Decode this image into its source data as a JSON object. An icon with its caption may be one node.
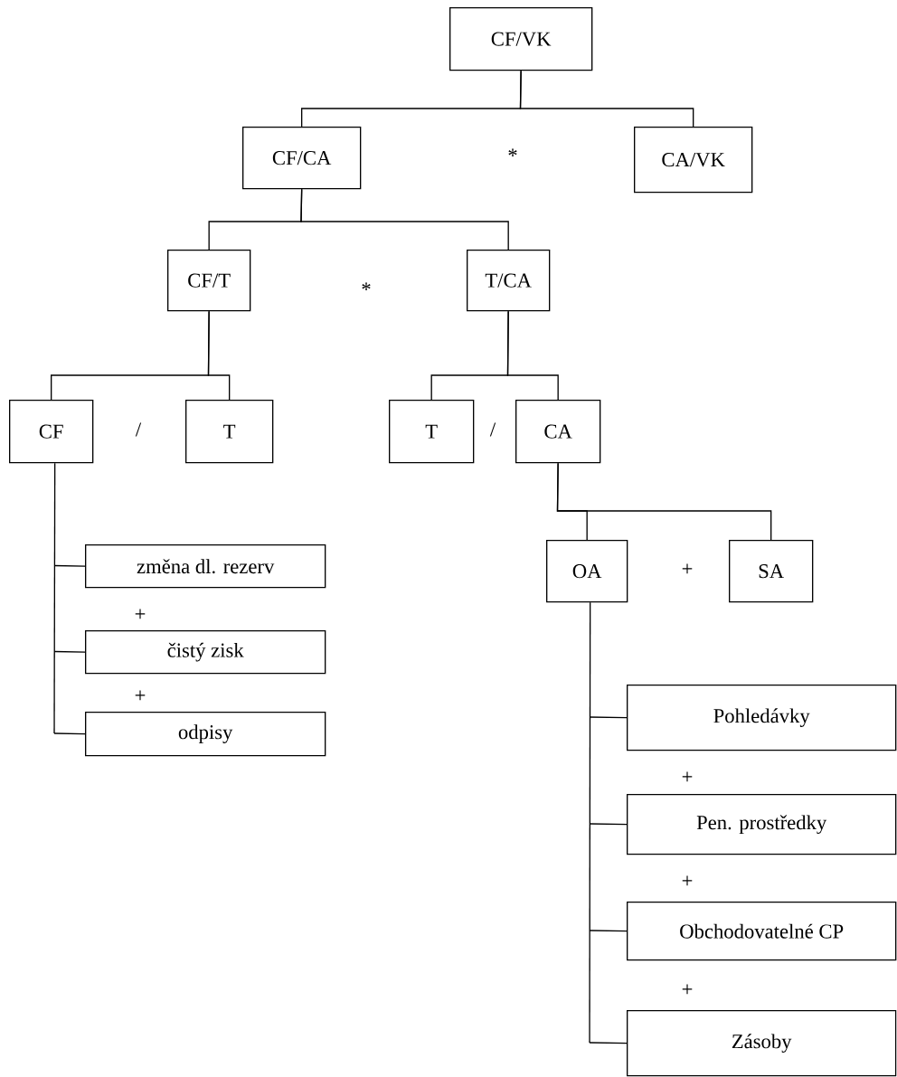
{
  "diagram": {
    "nodes": [
      {
        "text": [
          "CF/VK"
        ]
      },
      {
        "text": [
          "CF/CA"
        ]
      },
      {
        "text": [
          "CA/VK"
        ]
      },
      {
        "text": [
          "CF/T"
        ]
      },
      {
        "text": [
          "T/CA"
        ]
      },
      {
        "text": [
          "CF"
        ]
      },
      {
        "text": [
          "T"
        ]
      },
      {
        "text": [
          "T"
        ]
      },
      {
        "text": [
          "CA"
        ]
      },
      {
        "text": [
          "změna dl. rezerv"
        ]
      },
      {
        "text": [
          "čistý zisk"
        ]
      },
      {
        "text": [
          "odpisy"
        ]
      },
      {
        "text": [
          "OA"
        ]
      },
      {
        "text": [
          "SA"
        ]
      },
      {
        "text": [
          "Pohledávky"
        ]
      },
      {
        "text": [
          "Pen. prostředky"
        ]
      },
      {
        "text": [
          "Obchodovatelné CP"
        ]
      },
      {
        "text": [
          "Zásoby"
        ]
      }
    ],
    "edges": [
      {
        "from": 0,
        "to": 1,
        "arrow": "none"
      },
      {
        "from": 0,
        "to": 2,
        "arrow": "none"
      },
      {
        "from": 1,
        "to": 3,
        "arrow": "none"
      },
      {
        "from": 1,
        "to": 4,
        "arrow": "none"
      },
      {
        "from": 3,
        "to": 5,
        "arrow": "none"
      },
      {
        "from": 3,
        "to": 6,
        "arrow": "none"
      },
      {
        "from": 4,
        "to": 7,
        "arrow": "none"
      },
      {
        "from": 4,
        "to": 8,
        "arrow": "none"
      },
      {
        "from": 5,
        "to": 9,
        "arrow": "none"
      },
      {
        "from": 5,
        "to": 10,
        "arrow": "none"
      },
      {
        "from": 5,
        "to": 11,
        "arrow": "none"
      },
      {
        "from": 8,
        "to": 12,
        "arrow": "none"
      },
      {
        "from": 8,
        "to": 13,
        "arrow": "none"
      },
      {
        "from": 12,
        "to": 14,
        "arrow": "none"
      },
      {
        "from": 12,
        "to": 15,
        "arrow": "none"
      },
      {
        "from": 12,
        "to": 16,
        "arrow": "none"
      },
      {
        "from": 12,
        "to": 17,
        "arrow": "none"
      }
    ],
    "labels": [
      "*",
      "*",
      "/",
      "/",
      "+",
      "+",
      "+",
      "+",
      "+",
      "+"
    ]
  }
}
